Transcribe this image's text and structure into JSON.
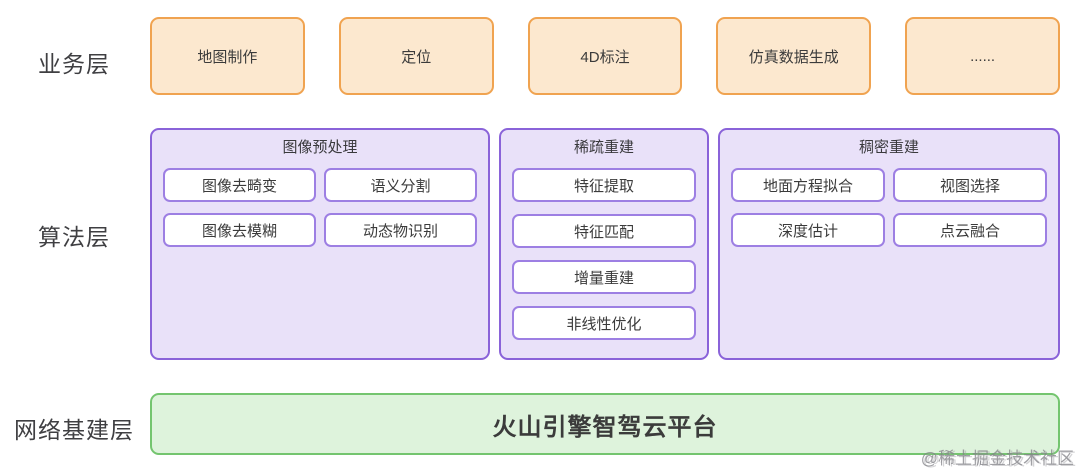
{
  "colors": {
    "business_fill": "#fce8cf",
    "business_border": "#f0a350",
    "algorithm_fill": "#e9e1f9",
    "algorithm_border": "#8a63d9",
    "algorithm_item_border": "#9d7fe3",
    "infra_fill": "#def3dc",
    "infra_border": "#74c56f",
    "text": "#3b3b3b"
  },
  "business_layer": {
    "label": "业务层",
    "items": [
      "地图制作",
      "定位",
      "4D标注",
      "仿真数据生成",
      "......"
    ]
  },
  "algorithm_layer": {
    "label": "算法层",
    "groups": [
      {
        "title": "图像预处理",
        "items": [
          "图像去畸变",
          "语义分割",
          "图像去模糊",
          "动态物识别"
        ]
      },
      {
        "title": "稀疏重建",
        "items": [
          "特征提取",
          "特征匹配",
          "增量重建",
          "非线性优化"
        ]
      },
      {
        "title": "稠密重建",
        "items": [
          "地面方程拟合",
          "视图选择",
          "深度估计",
          "点云融合"
        ]
      }
    ]
  },
  "infrastructure_layer": {
    "label": "网络基建层",
    "platform": "火山引擎智驾云平台"
  },
  "watermark": "@稀土掘金技术社区"
}
